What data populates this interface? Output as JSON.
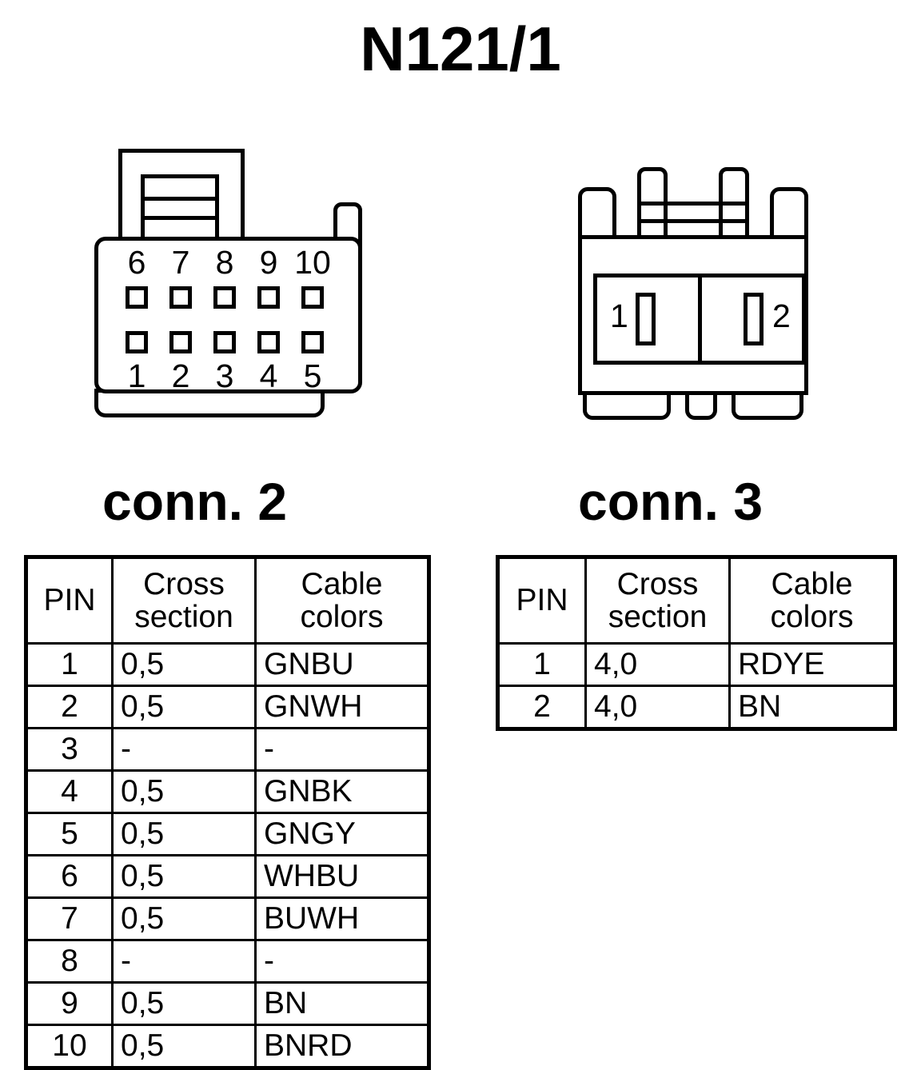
{
  "title": "N121/1",
  "connectors": [
    {
      "id": "conn2",
      "caption": "conn. 2",
      "type": "10-pin-rectangular",
      "pin_labels_top": [
        "6",
        "7",
        "8",
        "9",
        "10"
      ],
      "pin_labels_bottom": [
        "1",
        "2",
        "3",
        "4",
        "5"
      ]
    },
    {
      "id": "conn3",
      "caption": "conn. 3",
      "type": "2-pin-power",
      "cavity_labels": [
        "1",
        "2"
      ]
    }
  ],
  "tables": {
    "conn2": {
      "headers": {
        "pin": "PIN",
        "cross_section_line1": "Cross",
        "cross_section_line2": "section",
        "cable_colors_line1": "Cable",
        "cable_colors_line2": "colors"
      },
      "rows": [
        {
          "pin": "1",
          "cross_section": "0,5",
          "cable_colors": "GNBU"
        },
        {
          "pin": "2",
          "cross_section": "0,5",
          "cable_colors": "GNWH"
        },
        {
          "pin": "3",
          "cross_section": "-",
          "cable_colors": "-"
        },
        {
          "pin": "4",
          "cross_section": "0,5",
          "cable_colors": "GNBK"
        },
        {
          "pin": "5",
          "cross_section": "0,5",
          "cable_colors": "GNGY"
        },
        {
          "pin": "6",
          "cross_section": "0,5",
          "cable_colors": "WHBU"
        },
        {
          "pin": "7",
          "cross_section": "0,5",
          "cable_colors": "BUWH"
        },
        {
          "pin": "8",
          "cross_section": "-",
          "cable_colors": "-"
        },
        {
          "pin": "9",
          "cross_section": "0,5",
          "cable_colors": "BN"
        },
        {
          "pin": "10",
          "cross_section": "0,5",
          "cable_colors": "BNRD"
        }
      ]
    },
    "conn3": {
      "headers": {
        "pin": "PIN",
        "cross_section_line1": "Cross",
        "cross_section_line2": "section",
        "cable_colors_line1": "Cable",
        "cable_colors_line2": "colors"
      },
      "rows": [
        {
          "pin": "1",
          "cross_section": "4,0",
          "cable_colors": "RDYE"
        },
        {
          "pin": "2",
          "cross_section": "4,0",
          "cable_colors": "BN"
        }
      ]
    }
  },
  "colors": {
    "stroke": "#000000",
    "background": "#ffffff"
  }
}
